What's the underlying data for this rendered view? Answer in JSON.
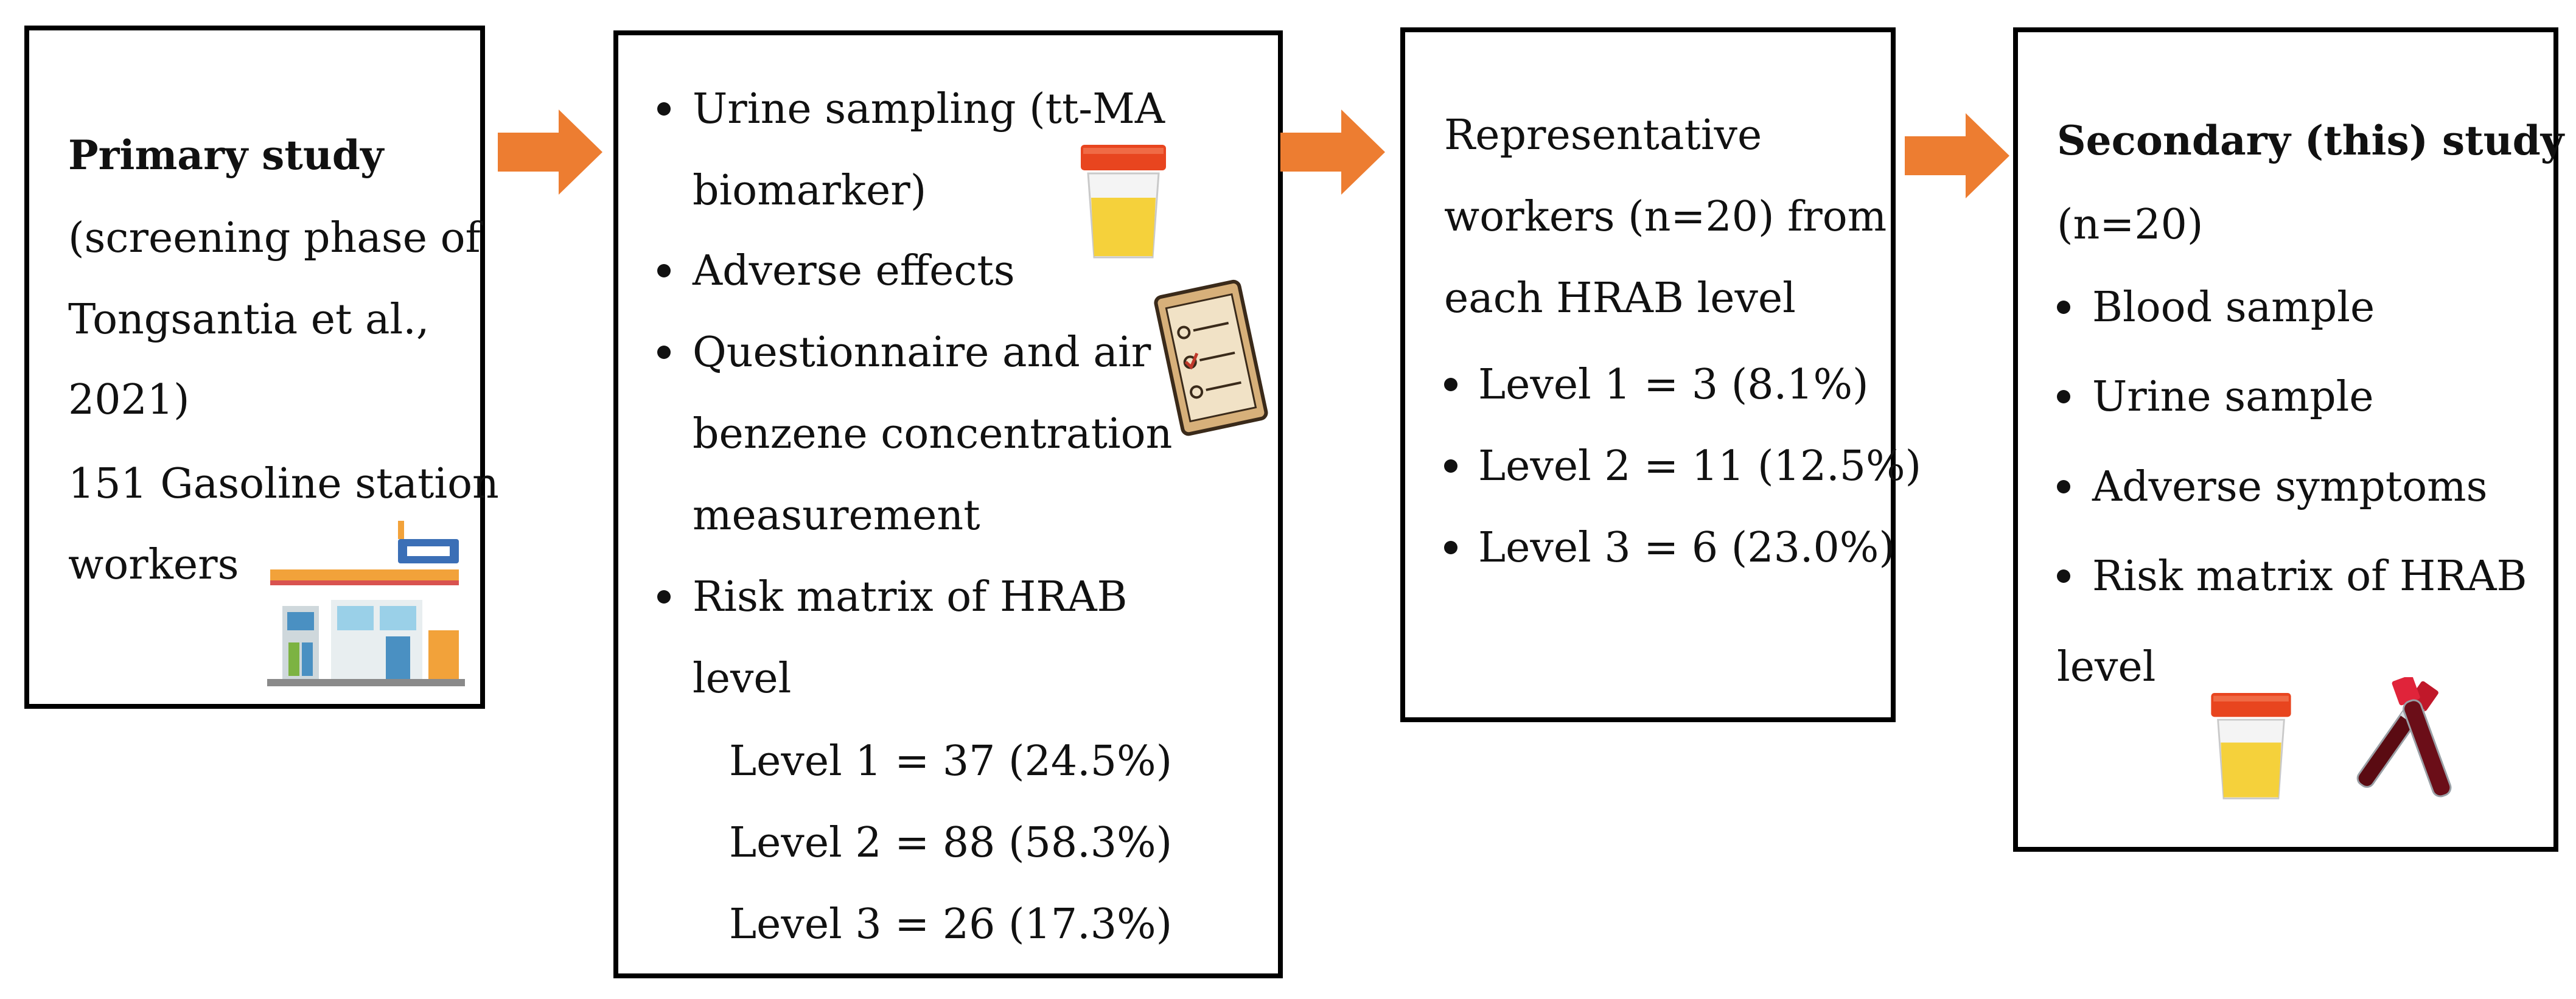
{
  "primary_box": {
    "title": "Primary study",
    "lines": [
      "(screening phase of",
      "Tongsantia et al.,",
      "2021)",
      "151 Gasoline station",
      "workers"
    ],
    "image_icon": "gas-station-icon"
  },
  "methods_box": {
    "bullets": [
      [
        "Urine sampling (tt-MA",
        "biomarker)"
      ],
      [
        "Adverse effects"
      ],
      [
        "Questionnaire and air",
        "benzene concentration",
        "measurement"
      ],
      [
        "Risk matrix of HRAB",
        "level"
      ]
    ],
    "levels": [
      "Level 1 = 37 (24.5%)",
      "Level 2 = 88 (58.3%)",
      "Level 3 = 26 (17.3%)"
    ],
    "icons": [
      "urine-cup-icon",
      "questionnaire-clipboard-icon"
    ]
  },
  "selection_box": {
    "lines": [
      "Representative",
      "workers (n=20) from",
      "each HRAB level"
    ],
    "bullets": [
      "Level 1 = 3 (8.1%)",
      "Level 2 = 11 (12.5%)",
      "Level 3 = 6 (23.0%)"
    ]
  },
  "secondary_box": {
    "title": "Secondary (this) study",
    "subtitle": "(n=20)",
    "bullets": [
      "Blood sample",
      "Urine sample",
      "Adverse symptoms",
      "Risk matrix of HRAB"
    ],
    "trailing": "level",
    "icons": [
      "urine-cup-icon",
      "blood-tube-icon"
    ]
  },
  "colors": {
    "arrow": "#ed7d31",
    "border": "#000000"
  }
}
